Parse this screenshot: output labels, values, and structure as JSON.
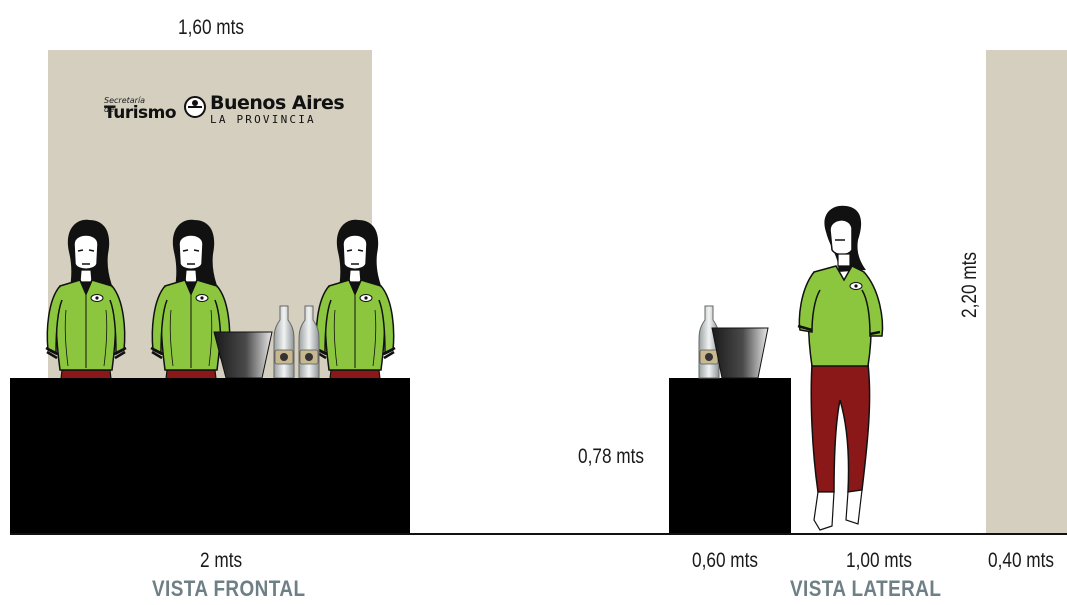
{
  "dimensions": {
    "backdrop_width": "1,60 mts",
    "counter_width": "2 mts",
    "counter_depth": "0,60 mts",
    "counter_height": "0,78 mts",
    "person_space": "1,00 mts",
    "backdrop_depth": "0,40 mts",
    "backdrop_height": "2,20 mts"
  },
  "views": {
    "front": "VISTA FRONTAL",
    "side": "VISTA LATERAL"
  },
  "logo": {
    "small_text": "Secretaría de",
    "big_text": "Turismo",
    "brand": "Buenos Aires",
    "sub": "LA PROVINCIA"
  },
  "colors": {
    "backdrop": "#d4cfbe",
    "counter": "#000000",
    "shirt": "#8cc63f",
    "pants": "#8b1818",
    "ice_bucket": "#3a3a3a"
  }
}
